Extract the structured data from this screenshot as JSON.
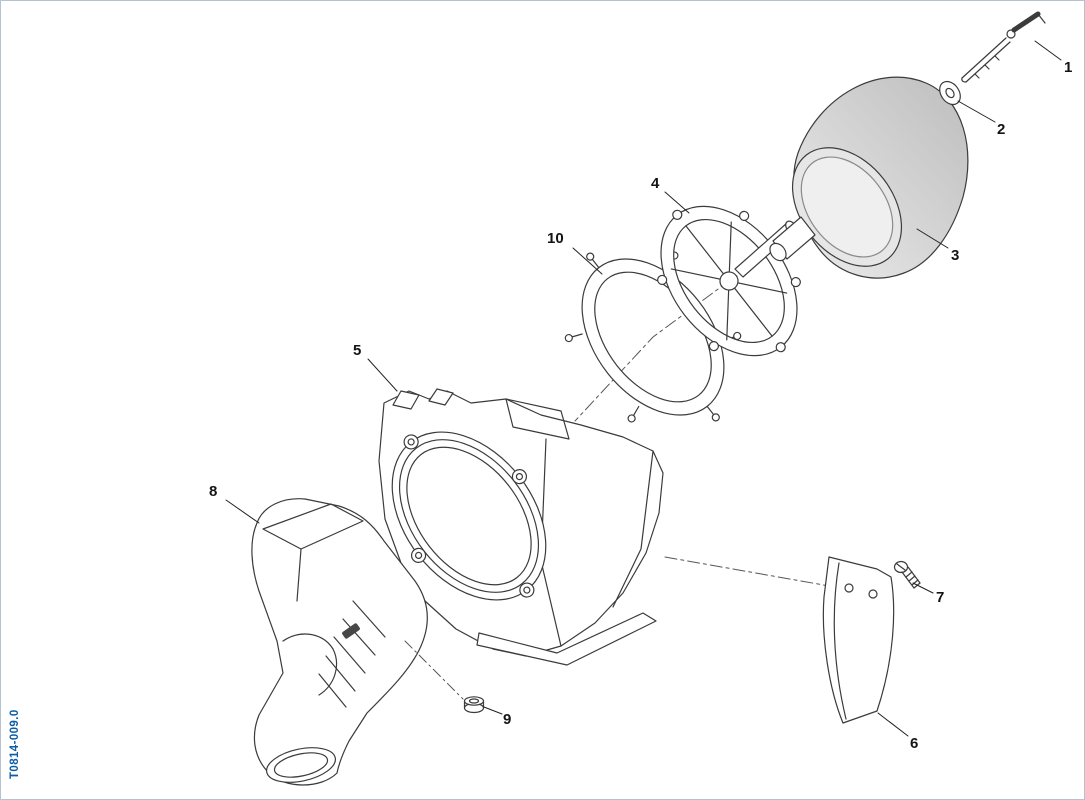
{
  "page": {
    "background": "#ffffff",
    "border_color": "#b6c2d2"
  },
  "drawing_code": {
    "text": "T0814-009.0",
    "color": "#0b5ca8"
  },
  "diagram": {
    "type": "exploded-parts-diagram",
    "line_color": "#3b3b3b",
    "filter_shade_dark": "#bdbdbd",
    "filter_shade_light": "#ececec"
  },
  "callouts": [
    {
      "label": "1"
    },
    {
      "label": "2"
    },
    {
      "label": "3"
    },
    {
      "label": "4"
    },
    {
      "label": "5"
    },
    {
      "label": "6"
    },
    {
      "label": "7"
    },
    {
      "label": "8"
    },
    {
      "label": "9"
    },
    {
      "label": "10"
    }
  ]
}
